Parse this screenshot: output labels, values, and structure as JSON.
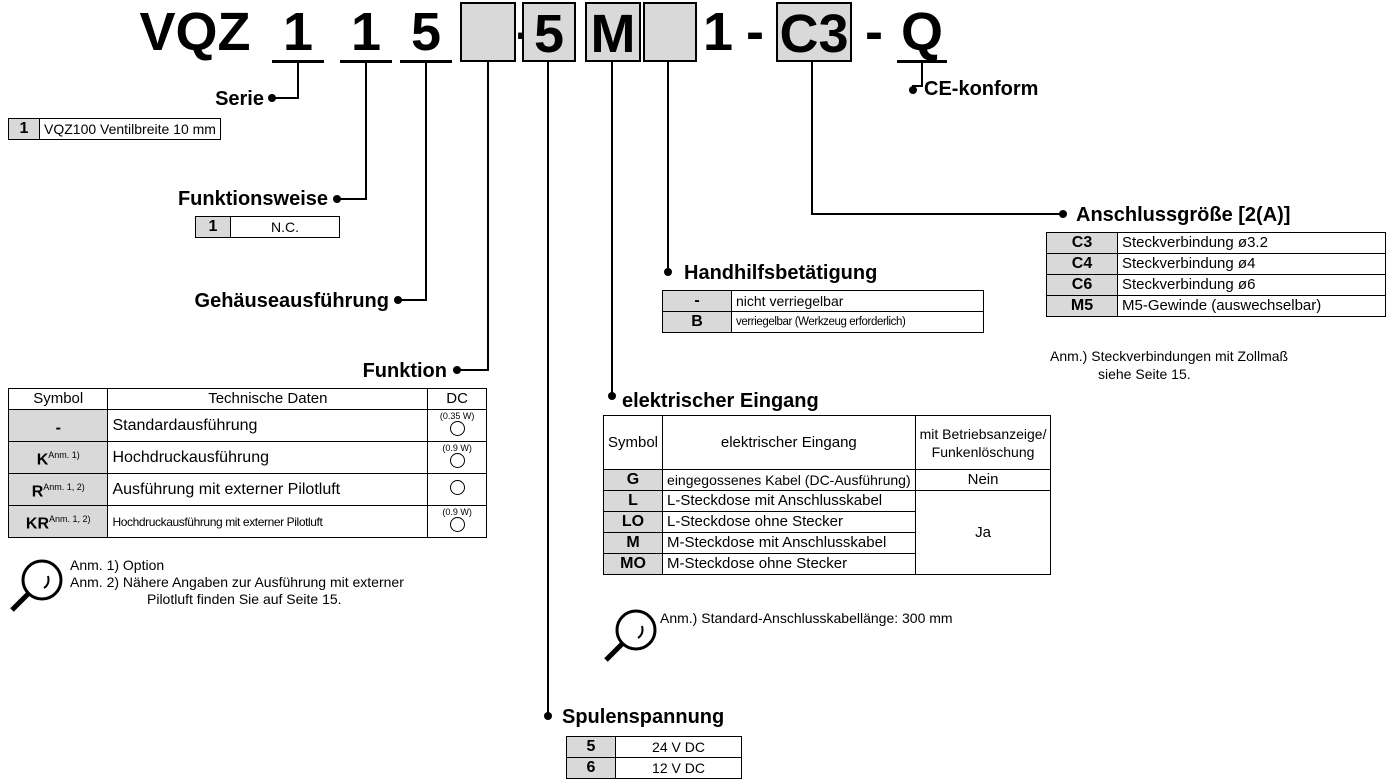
{
  "header": {
    "code": [
      "VQZ",
      "1",
      "1",
      "5",
      "",
      "-",
      "5",
      "M",
      "",
      "1",
      "-",
      "C3",
      "-",
      "Q"
    ]
  },
  "ce": {
    "title": "CE-konform"
  },
  "serie": {
    "title": "Serie",
    "code": "1",
    "desc": "VQZ100 Ventilbreite 10 mm"
  },
  "funktionsweise": {
    "title": "Funktionsweise",
    "code": "1",
    "desc": "N.C."
  },
  "gehaeuse": {
    "title": "Gehäuseausführung"
  },
  "funktion": {
    "title": "Funktion",
    "headers": [
      "Symbol",
      "Technische Daten",
      "DC"
    ],
    "rows": [
      {
        "code": "-",
        "note": "",
        "desc": "Standardausführung",
        "dc": "(0.35 W)"
      },
      {
        "code": "K",
        "note": "Anm. 1)",
        "desc": "Hochdruckausführung",
        "dc": "(0.9 W)"
      },
      {
        "code": "R",
        "note": "Anm. 1, 2)",
        "desc": "Ausführung mit externer Pilotluft",
        "dc": ""
      },
      {
        "code": "KR",
        "note": "Anm. 1, 2)",
        "desc": "Hochdruckausführung mit externer Pilotluft",
        "dc": "(0.9 W)"
      }
    ],
    "notes": [
      "Anm. 1) Option",
      "Anm. 2) Nähere Angaben zur Ausführung mit externer",
      "Pilotluft finden Sie auf Seite 15."
    ]
  },
  "handhilf": {
    "title": "Handhilfsbetätigung",
    "rows": [
      {
        "code": "-",
        "desc": "nicht verriegelbar"
      },
      {
        "code": "B",
        "desc": "verriegelbar (Werkzeug erforderlich)"
      }
    ]
  },
  "anschluss": {
    "title": "Anschlussgröße [2(A)]",
    "rows": [
      {
        "code": "C3",
        "desc": "Steckverbindung ø3.2"
      },
      {
        "code": "C4",
        "desc": "Steckverbindung ø4"
      },
      {
        "code": "C6",
        "desc": "Steckverbindung ø6"
      },
      {
        "code": "M5",
        "desc": "M5-Gewinde (auswechselbar)"
      }
    ],
    "notes": [
      "Anm.) Steckverbindungen mit Zollmaß",
      "siehe Seite 15."
    ]
  },
  "eingang": {
    "title": "elektrischer Eingang",
    "headers": [
      "Symbol",
      "elektrischer Eingang",
      "mit Betriebsanzeige/",
      "Funkenlöschung"
    ],
    "rows": [
      {
        "code": "G",
        "desc": "eingegossenes Kabel (DC-Ausführung)"
      },
      {
        "code": "L",
        "desc": "L-Steckdose mit Anschlusskabel"
      },
      {
        "code": "LO",
        "desc": "L-Steckdose ohne Stecker"
      },
      {
        "code": "M",
        "desc": "M-Steckdose mit Anschlusskabel"
      },
      {
        "code": "MO",
        "desc": "M-Steckdose ohne Stecker"
      }
    ],
    "nein": "Nein",
    "ja": "Ja",
    "note": "Anm.) Standard-Anschlusskabellänge: 300 mm"
  },
  "spulen": {
    "title": "Spulenspannung",
    "rows": [
      {
        "code": "5",
        "desc": "24 V DC"
      },
      {
        "code": "6",
        "desc": "12 V DC"
      }
    ]
  },
  "colors": {
    "code_bg": "#d9d9d9",
    "line": "#000000"
  }
}
